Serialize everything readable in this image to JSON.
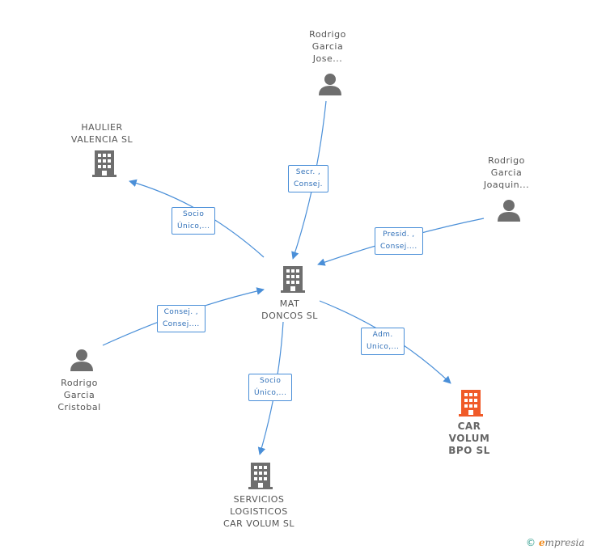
{
  "colors": {
    "edge": "#4a8fd8",
    "company": "#6e6e6e",
    "person": "#6e6e6e",
    "highlight": "#f05a28"
  },
  "nodes": {
    "rodrigo_jose": {
      "label": "Rodrigo\nGarcia\nJose...",
      "icon": "person-icon"
    },
    "haulier": {
      "label": "HAULIER\nVALENCIA SL",
      "icon": "building-icon"
    },
    "rodrigo_joaquin": {
      "label": "Rodrigo\nGarcia\nJoaquin...",
      "icon": "person-icon"
    },
    "mat_doncos": {
      "label": "MAT\nDONCOS SL",
      "icon": "building-icon"
    },
    "rodrigo_cristobal": {
      "label": "Rodrigo\nGarcia\nCristobal",
      "icon": "person-icon"
    },
    "car_volum_bpo": {
      "label": "CAR\nVOLUM\nBPO SL",
      "icon": "building-icon"
    },
    "servicios": {
      "label": "SERVICIOS\nLOGISTICOS\nCAR VOLUM SL",
      "icon": "building-icon"
    }
  },
  "edges": {
    "jose_to_mat": "Secr. ,\nConsej.",
    "mat_to_haulier": "Socio\nÚnico,...",
    "joaquin_to_mat": "Presid. ,\nConsej....",
    "cristobal_to_mat": "Consej. ,\nConsej....",
    "mat_to_car": "Adm.\nUnico,...",
    "mat_to_servicios": "Socio\nÚnico,..."
  },
  "footer": {
    "copyright": "©",
    "brand_e": "e",
    "brand_rest": "mpresia"
  }
}
